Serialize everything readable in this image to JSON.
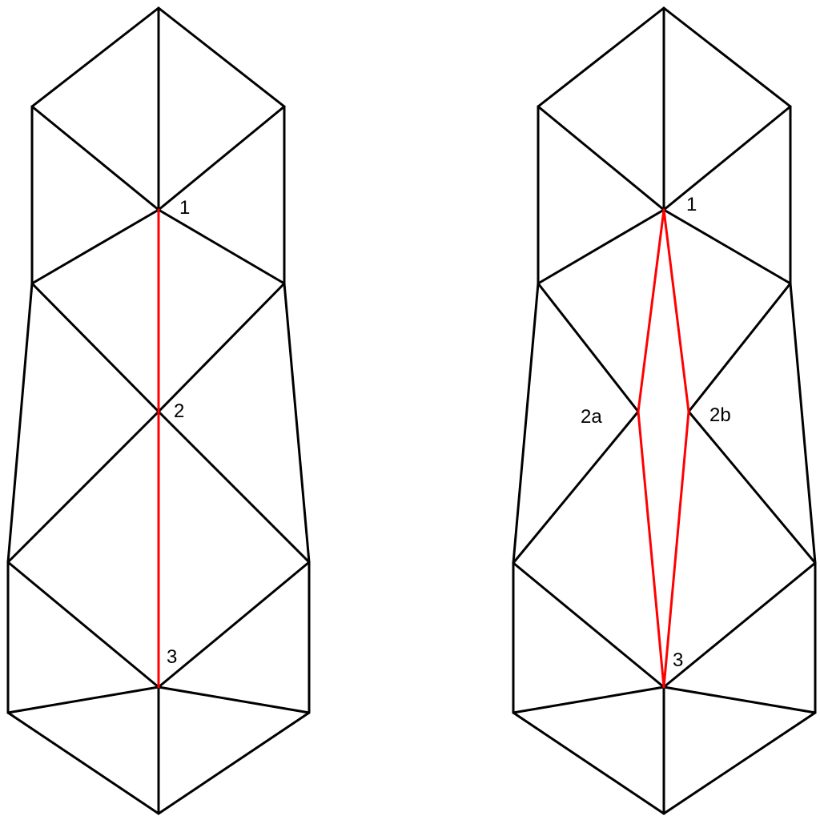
{
  "colors": {
    "background": "#ffffff",
    "edge": "#000000",
    "highlight": "#ff0000",
    "label": "#000000"
  },
  "left_mesh": {
    "labels": {
      "v1": "1",
      "v2": "2",
      "v3": "3"
    }
  },
  "right_mesh": {
    "labels": {
      "v1": "1",
      "v2a": "2a",
      "v2b": "2b",
      "v3": "3"
    }
  }
}
